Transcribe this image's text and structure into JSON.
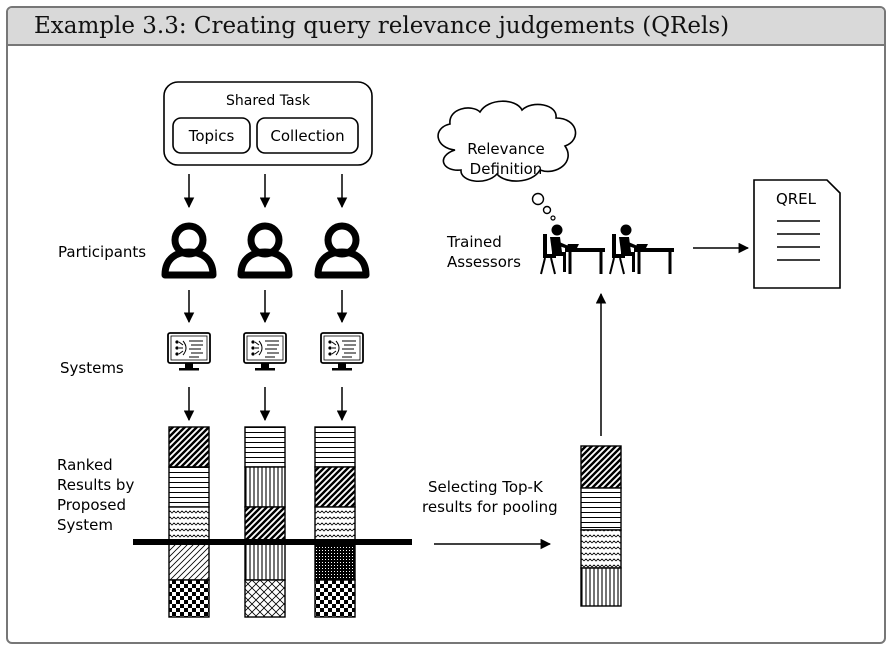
{
  "header": {
    "title": "Example 3.3: Creating query relevance judgements (QRels)"
  },
  "shared_task": {
    "title": "Shared Task",
    "topics": "Topics",
    "collection": "Collection"
  },
  "labels": {
    "participants": "Participants",
    "systems": "Systems",
    "ranked_line1": "Ranked",
    "ranked_line2": "Results by",
    "ranked_line3": "Proposed",
    "ranked_line4": "System",
    "selecting_line1": "Selecting Top-K",
    "selecting_line2": "results for pooling",
    "trained_line1": "Trained",
    "trained_line2": "Assessors"
  },
  "relevance": {
    "line1": "Relevance",
    "line2": "Definition"
  },
  "qrel": {
    "title": "QREL"
  },
  "icons": {
    "participant": "person-outline-icon",
    "system": "monitor-flowchart-icon",
    "assessor": "person-at-desk-icon",
    "thought": "thought-cloud",
    "document": "qrel-document-icon"
  },
  "ranked_lists": [
    [
      "diag-dark",
      "horizontal",
      "wave",
      "diag-light",
      "checker"
    ],
    [
      "horizontal",
      "vertical",
      "diag-dark",
      "vertical",
      "crosshatch"
    ],
    [
      "horizontal",
      "diag-dark",
      "wave",
      "dots-dense",
      "checker"
    ]
  ],
  "pool": [
    "diag-dark",
    "horizontal",
    "wave",
    "vertical"
  ]
}
